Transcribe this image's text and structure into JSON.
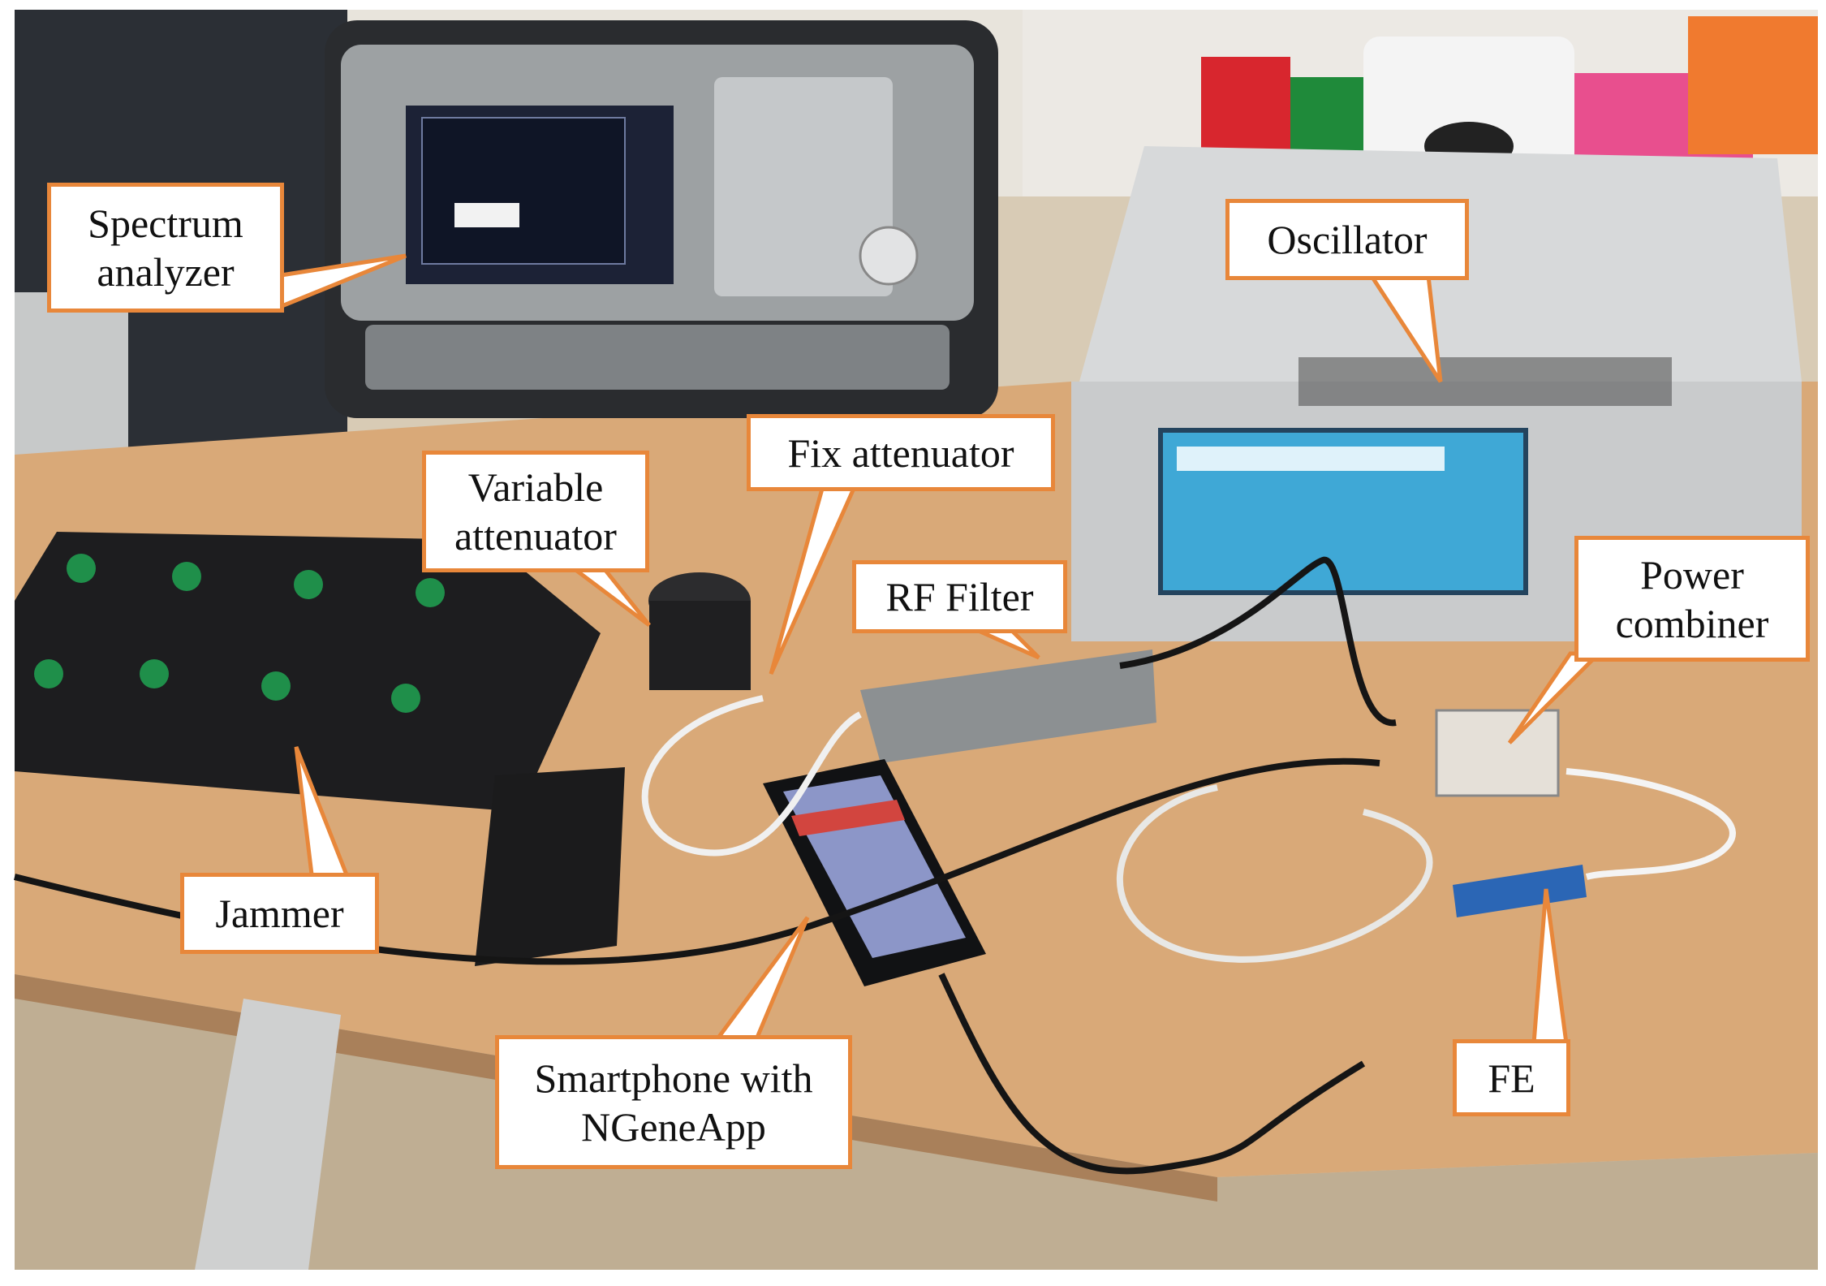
{
  "figure": {
    "description_colors": {
      "callout_border": "#e8873a",
      "callout_fill": "#ffffff",
      "desk": "#d9a978",
      "floor": "#c9b79a",
      "instrument_grey": "#b9bcbd",
      "screen_blue": "#3fa8d6"
    },
    "labels": {
      "spectrum_analyzer": "Spectrum\nanalyzer",
      "oscillator": "Oscillator",
      "fix_attenuator": "Fix attenuator",
      "variable_attenuator": "Variable\nattenuator",
      "rf_filter": "RF Filter",
      "power_combiner": "Power\ncombiner",
      "jammer": "Jammer",
      "smartphone": "Smartphone with\nNGeneApp",
      "fe": "FE"
    }
  }
}
